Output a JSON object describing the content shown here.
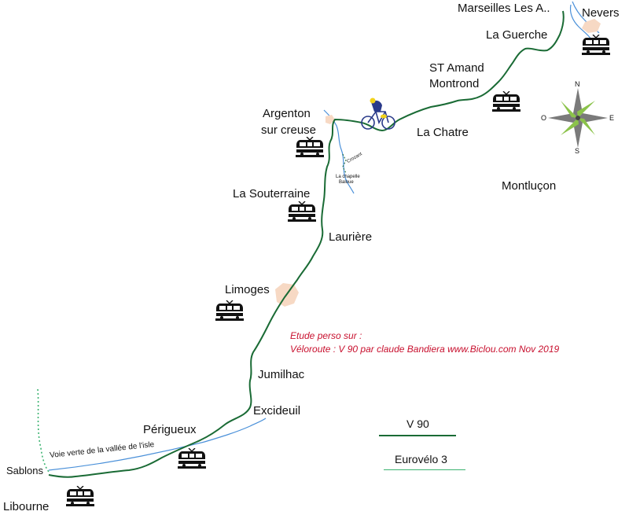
{
  "cities": {
    "marseilles": "Marseilles Les A..",
    "nevers": "Nevers",
    "la_guerche": "La Guerche",
    "st_amand_1": "ST Amand",
    "st_amand_2": "Montrond",
    "argenton_1": "Argenton",
    "argenton_2": "sur creuse",
    "la_chatre": "La Chatre",
    "montlucon": "Montluçon",
    "la_souterraine": "La Souterraine",
    "lauriere": "Laurière",
    "limoges": "Limoges",
    "jumilhac": "Jumilhac",
    "excideuil": "Excideuil",
    "perigueux": "Périgueux",
    "sablons": "Sablons",
    "libourne": "Libourne"
  },
  "small_labels": {
    "crozant": "Crozant",
    "la_chapelle_1": "La chapelle",
    "la_chapelle_2": "Baloue"
  },
  "greenway_label": "Voie verte de la vallée de l'isle",
  "study_note": {
    "line1": "Etude perso sur :",
    "line2": "Véloroute : V 90 par claude Bandiera www.Biclou.com Nov 2019"
  },
  "legend": {
    "v90": {
      "label": "V 90",
      "color": "#1a6b35"
    },
    "eurovelo3": {
      "label": "Eurovélo 3",
      "color": "#3cb371"
    }
  },
  "compass": {
    "n": "N",
    "s": "S",
    "e": "E",
    "o": "O"
  },
  "colors": {
    "route": "#1a6b35",
    "river": "#4a90d9",
    "town_area": "#f7d9c4",
    "note": "#c8102e"
  }
}
